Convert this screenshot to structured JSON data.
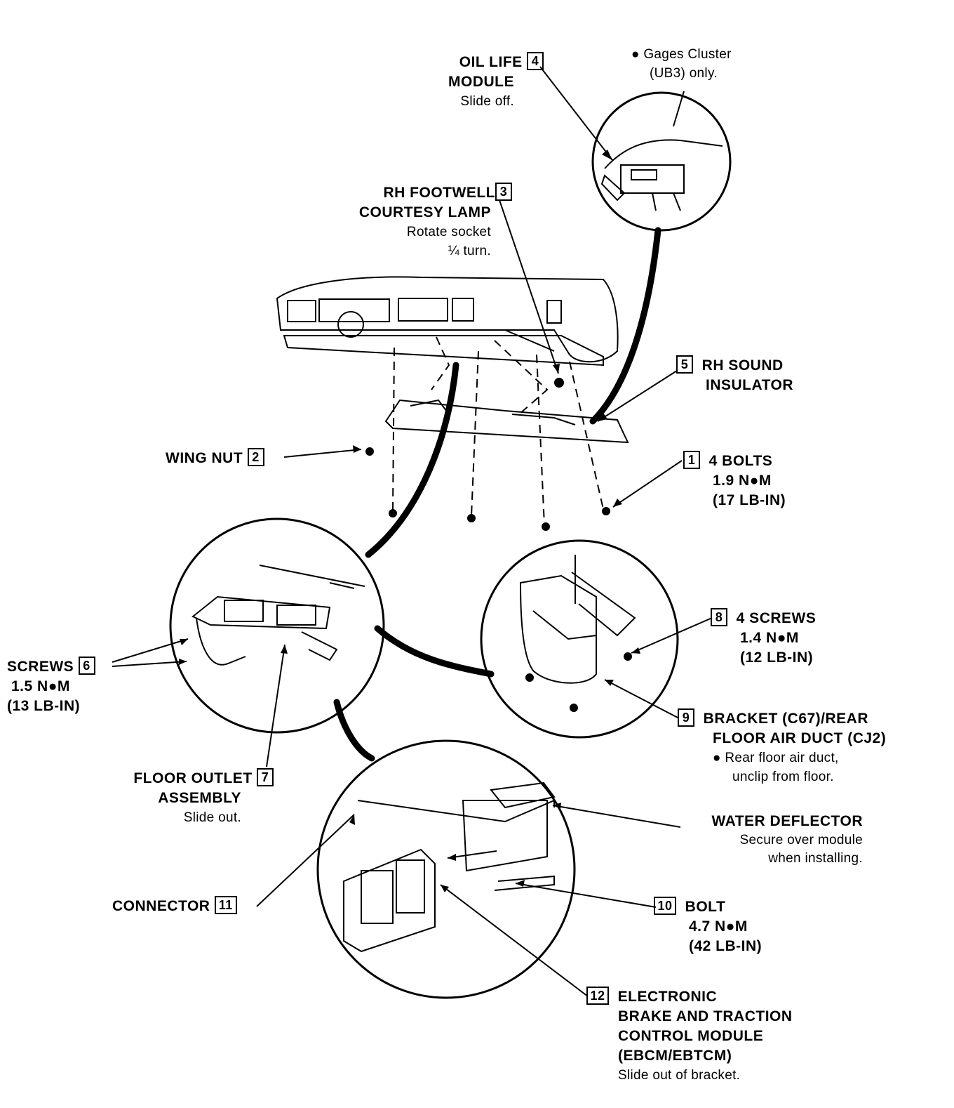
{
  "callouts": {
    "c1": {
      "num": "1",
      "l1": "4 BOLTS",
      "l2": "1.9 N●M",
      "l3": "(17 LB-IN)"
    },
    "c2": {
      "num": "2",
      "l1": "WING NUT"
    },
    "c3": {
      "num": "3",
      "l1": "RH FOOTWELL",
      "l2": "COURTESY LAMP",
      "l3": "Rotate socket",
      "l4": "¼  turn."
    },
    "c4": {
      "num": "4",
      "l1": "OIL LIFE",
      "l2": "MODULE",
      "l3": "Slide off."
    },
    "c5": {
      "num": "5",
      "l1": "RH SOUND",
      "l2": "INSULATOR"
    },
    "c6": {
      "num": "6",
      "l1": "SCREWS",
      "l2": "1.5 N●M",
      "l3": "(13 LB-IN)"
    },
    "c7": {
      "num": "7",
      "l1": "FLOOR OUTLET",
      "l2": "ASSEMBLY",
      "l3": "Slide out."
    },
    "c8": {
      "num": "8",
      "l1": "4 SCREWS",
      "l2": "1.4 N●M",
      "l3": "(12 LB-IN)"
    },
    "c9": {
      "num": "9",
      "l1": "BRACKET (C67)/REAR",
      "l2": "FLOOR AIR DUCT (CJ2)",
      "l3": "● Rear floor air duct,",
      "l4": "unclip from floor."
    },
    "c10": {
      "num": "10",
      "l1": "BOLT",
      "l2": "4.7 N●M",
      "l3": "(42 LB-IN)"
    },
    "c11": {
      "num": "11",
      "l1": "CONNECTOR"
    },
    "c12": {
      "num": "12",
      "l1": "ELECTRONIC",
      "l2": "BRAKE AND TRACTION",
      "l3": "CONTROL MODULE",
      "l4": "(EBCM/EBTCM)",
      "l5": "Slide out of bracket."
    }
  },
  "gages_note": {
    "l1": "● Gages Cluster",
    "l2": "(UB3) only."
  },
  "water_deflector": {
    "l1": "WATER DEFLECTOR",
    "l2": "Secure over module",
    "l3": "when installing."
  }
}
